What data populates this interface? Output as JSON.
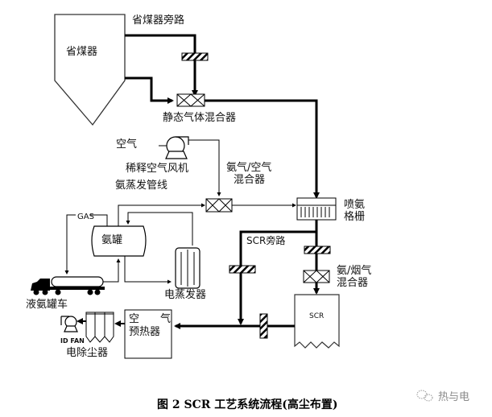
{
  "diagram": {
    "caption": "图 2  SCR 工艺系统流程(高尘布置)",
    "watermark": "热与电",
    "labels": {
      "economizer": "省煤器",
      "economizer_bypass": "省煤器旁路",
      "static_mixer": "静态气体混合器",
      "air": "空气",
      "dilution_fan": "稀释空气风机",
      "nh3_evap_line": "氨蒸发管线",
      "nh3_air_mixer_1": "氨气/空气",
      "nh3_air_mixer_2": "混合器",
      "aig_1": "喷氨",
      "aig_2": "格栅",
      "gas": "GAS",
      "nh3_tank": "氨罐",
      "scr_bypass": "SCR旁路",
      "nh3_flue_mixer_1": "氨/烟气",
      "nh3_flue_mixer_2": "混合器",
      "tanker_truck": "液氨罐车",
      "electric_evaporator": "电蒸发器",
      "scr": "SCR",
      "air_preheater_1": "空　　气",
      "air_preheater_2": "预热器",
      "id_fan": "ID FAN",
      "esp": "电除尘器"
    }
  }
}
